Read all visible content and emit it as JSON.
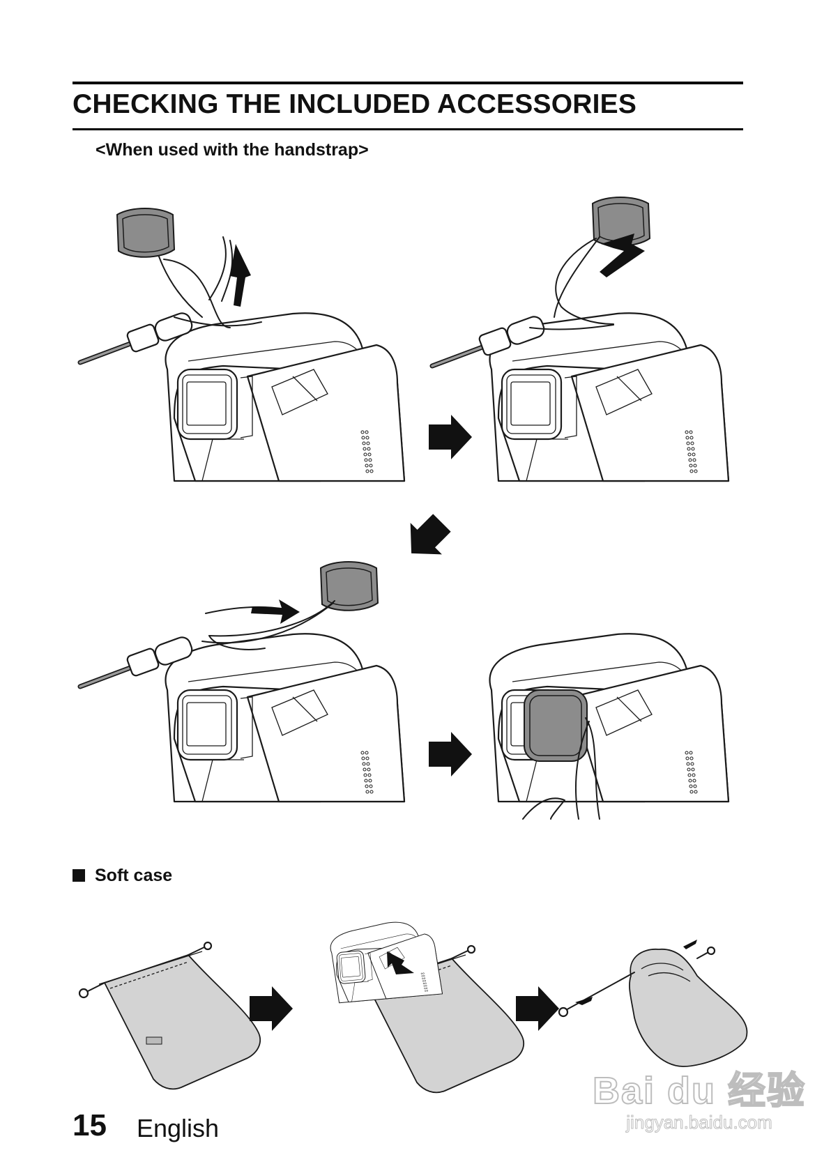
{
  "section_title": "CHECKING THE INCLUDED ACCESSORIES",
  "subheading": "<When used with the handstrap>",
  "soft_case_heading": "Soft case",
  "footer": {
    "page_number": "15",
    "language": "English"
  },
  "watermark": {
    "logo_text": "Bai du 经验",
    "url": "jingyan.baidu.com"
  },
  "icons": [
    "arrow-right-icon",
    "arrow-down-left-icon",
    "square-bullet-icon"
  ]
}
